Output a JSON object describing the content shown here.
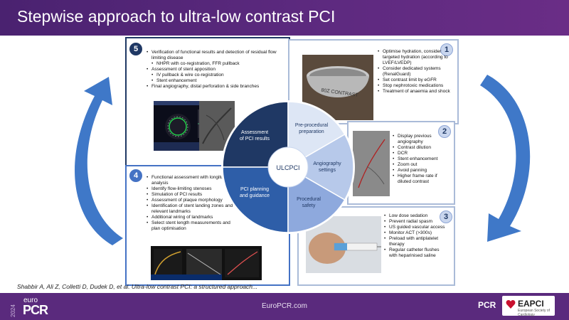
{
  "slide": {
    "title": "Stepwise approach to ultra-low contrast PCI"
  },
  "wheel": {
    "center": "ULCPCI",
    "segments": {
      "assessment": "Assessment of PCI results",
      "pre_procedural": "Pre-procedural preparation",
      "angiography": "Angiography settings",
      "procedural": "Procedural safety",
      "planning": "PCI planning and guidance"
    }
  },
  "steps": {
    "step1": {
      "number": "1",
      "items": [
        "Optimise hydration, consider targeted hydration (according to LVEF/LVEDP)",
        "Consider dedicated systems (RenalGuard)",
        "Set contrast limit by eGFR",
        "Stop nephrotoxic medications",
        "Treatment of anaemia and shock"
      ],
      "bowl_label": "80Z CONTRAST"
    },
    "step2": {
      "number": "2",
      "items": [
        "Display previous angiography",
        "Contrast dilution",
        "DCR",
        "Stent enhancement",
        "Zoom out",
        "Avoid panning",
        "Higher frame rate if diluted contrast"
      ]
    },
    "step3": {
      "number": "3",
      "items": [
        "Low dose sedation",
        "Prevent radial spasm",
        "US guided vascular access",
        "Monitor ACT (>300s)",
        "Preload with antiplatelet therapy",
        "Regular catheter flushes with heparinised saline"
      ]
    },
    "step4": {
      "number": "4",
      "items": [
        "Functional assessment with longitudinal analysis",
        "Identify flow-limiting stenoses",
        "Simulation of PCI results",
        "Assessment of plaque morphology",
        "Identification of stent landing zones and relevant landmarks",
        "Additional wiring of landmarks",
        "Select stent length measurements and plan optimisation"
      ]
    },
    "step5": {
      "number": "5",
      "items": [
        "Verification of functional results and detection of residual flow limiting disease",
        "NHPR with co-registration, FFR pullback",
        "Assessment of stent apposition",
        "IV pullback & wire co-registration",
        "Stent enhancement",
        "Final angiography, distal perforation & side branches"
      ]
    }
  },
  "citation": "Shabbir A, Ali Z, Colletti D, Dudek D, et al. Ultra-low contrast PCI: a structured approach...",
  "footer": {
    "url": "EuroPCR.com",
    "year": "2024",
    "brand_top": "euro",
    "brand_main": "PCR",
    "pcr_small": "PCR",
    "eapci": "EAPCI",
    "eapci_sub": "European Society of Cardiology"
  },
  "colors": {
    "header": "#5a2a7d",
    "arrow": "#3f78c8",
    "dark_blue": "#1f3864",
    "mid_blue": "#4472c4",
    "light_blue": "#a9bfe6"
  }
}
